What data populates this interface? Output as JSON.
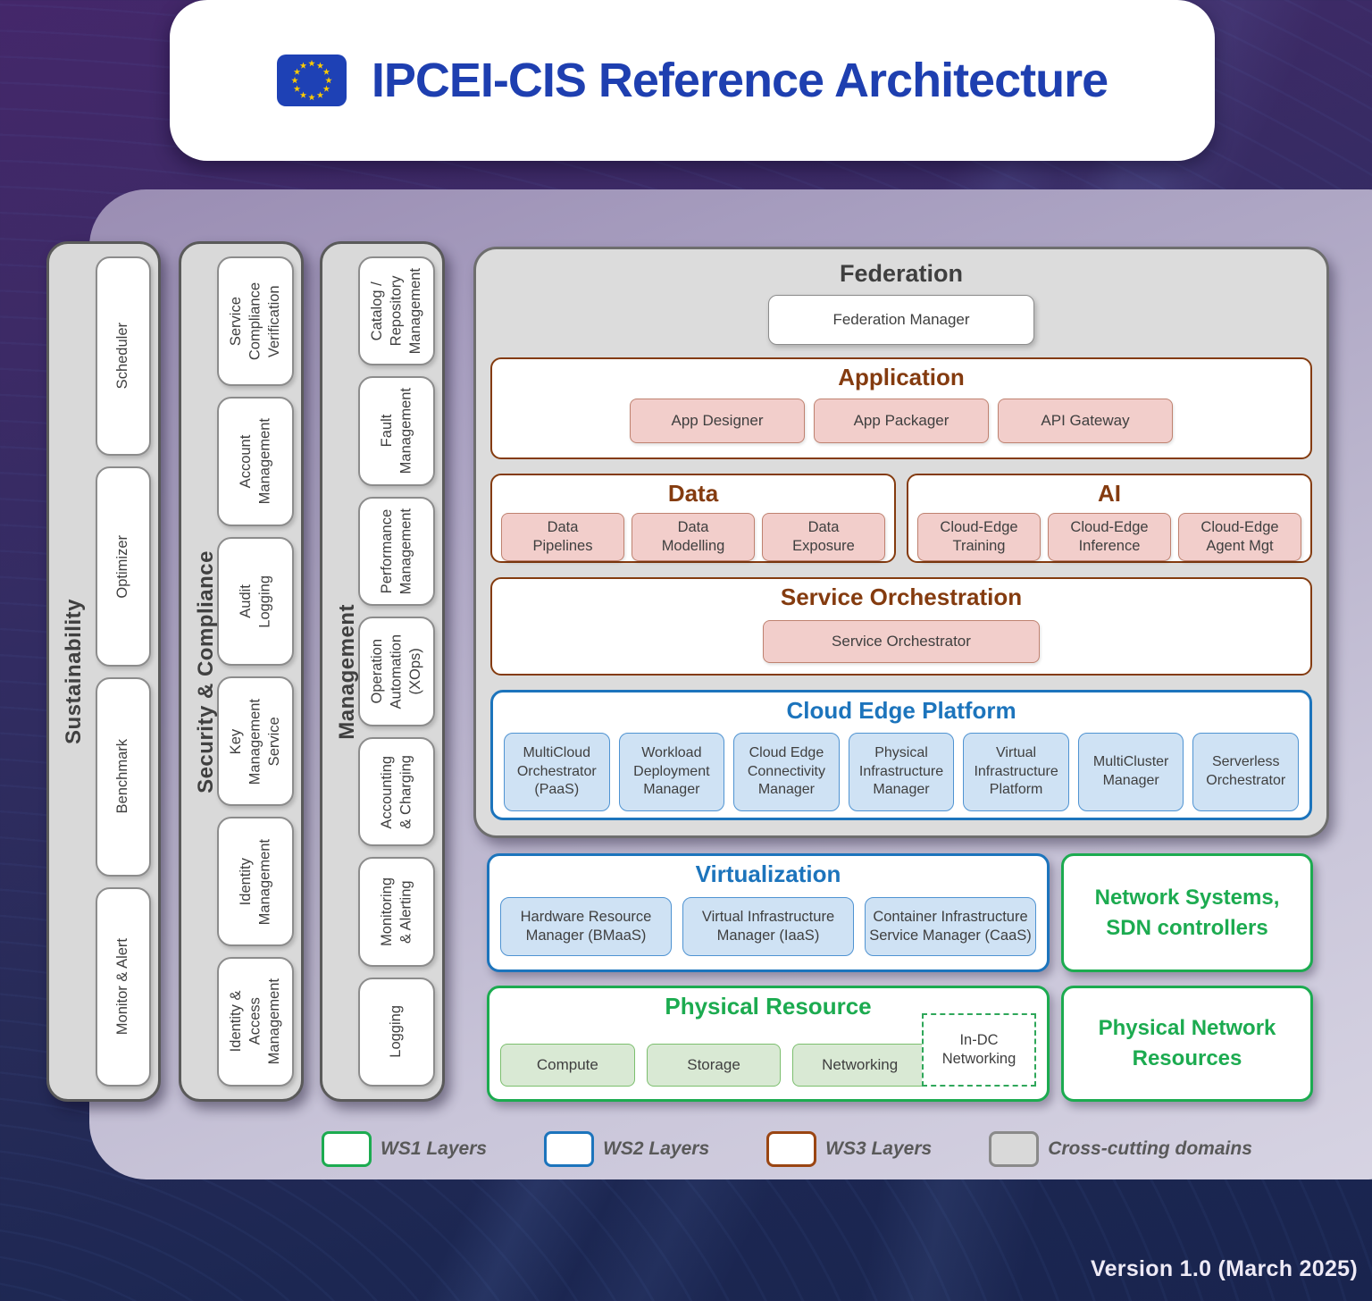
{
  "header": {
    "title": "IPCEI-CIS Reference Architecture"
  },
  "columns": [
    {
      "title": "Sustainability",
      "items": [
        "Scheduler",
        "Optimizer",
        "Benchmark",
        "Monitor & Alert"
      ]
    },
    {
      "title": "Security & Compliance",
      "items": [
        "Service\nCompliance\nVerification",
        "Account\nManagement",
        "Audit\nLogging",
        "Key\nManagement\nService",
        "Identity\nManagement",
        "Identity &\nAccess\nManagement"
      ]
    },
    {
      "title": "Management",
      "items": [
        "Catalog /\nRepository\nManagement",
        "Fault\nManagement",
        "Performance\nManagement",
        "Operation\nAutomation\n(XOps)",
        "Accounting\n& Charging",
        "Monitoring\n& Alerting",
        "Logging"
      ]
    }
  ],
  "federation": {
    "title": "Federation",
    "manager": "Federation Manager",
    "application": {
      "title": "Application",
      "boxes": [
        "App Designer",
        "App Packager",
        "API Gateway"
      ]
    },
    "data": {
      "title": "Data",
      "boxes": [
        "Data\nPipelines",
        "Data\nModelling",
        "Data\nExposure"
      ]
    },
    "ai": {
      "title": "AI",
      "boxes": [
        "Cloud-Edge\nTraining",
        "Cloud-Edge\nInference",
        "Cloud-Edge\nAgent Mgt"
      ]
    },
    "service_orchestration": {
      "title": "Service Orchestration",
      "box": "Service Orchestrator"
    },
    "cloud_edge_platform": {
      "title": "Cloud Edge Platform",
      "boxes": [
        "MultiCloud\nOrchestrator\n(PaaS)",
        "Workload\nDeployment\nManager",
        "Cloud Edge\nConnectivity\nManager",
        "Physical\nInfrastructure\nManager",
        "Virtual\nInfrastructure\nPlatform",
        "MultiCluster\nManager",
        "Serverless\nOrchestrator"
      ]
    }
  },
  "virtualization": {
    "title": "Virtualization",
    "boxes": [
      "Hardware Resource\nManager (BMaaS)",
      "Virtual Infrastructure\nManager (IaaS)",
      "Container Infrastructure\nService Manager (CaaS)"
    ]
  },
  "network_systems": {
    "label": "Network Systems,\nSDN controllers"
  },
  "physical_resource": {
    "title": "Physical Resource",
    "boxes": [
      "Compute",
      "Storage",
      "Networking"
    ],
    "dashed_box": "In-DC\nNetworking"
  },
  "physical_network": {
    "label": "Physical Network\nResources"
  },
  "legend": {
    "items": [
      {
        "label": "WS1 Layers",
        "color": "#1cab50"
      },
      {
        "label": "WS2 Layers",
        "color": "#1c74bc"
      },
      {
        "label": "WS3 Layers",
        "color": "#9a4512"
      },
      {
        "label": "Cross-cutting domains",
        "color": "#8a8a8a",
        "fill": "#d9d9d9"
      }
    ]
  },
  "version": "Version 1.0 (March 2025)",
  "colors": {
    "title_blue": "#1e3fb0",
    "eu_flag_blue": "#1e41b5",
    "star_yellow": "#ffcc00",
    "ws1_green": "#1cab50",
    "ws2_blue": "#1c74bc",
    "ws3_brown": "#843b0f",
    "pink_fill": "#f2cecb",
    "blue_fill": "#cfe2f4",
    "green_fill": "#d9e9d4",
    "crosscut_gray": "#d9d9d9"
  }
}
